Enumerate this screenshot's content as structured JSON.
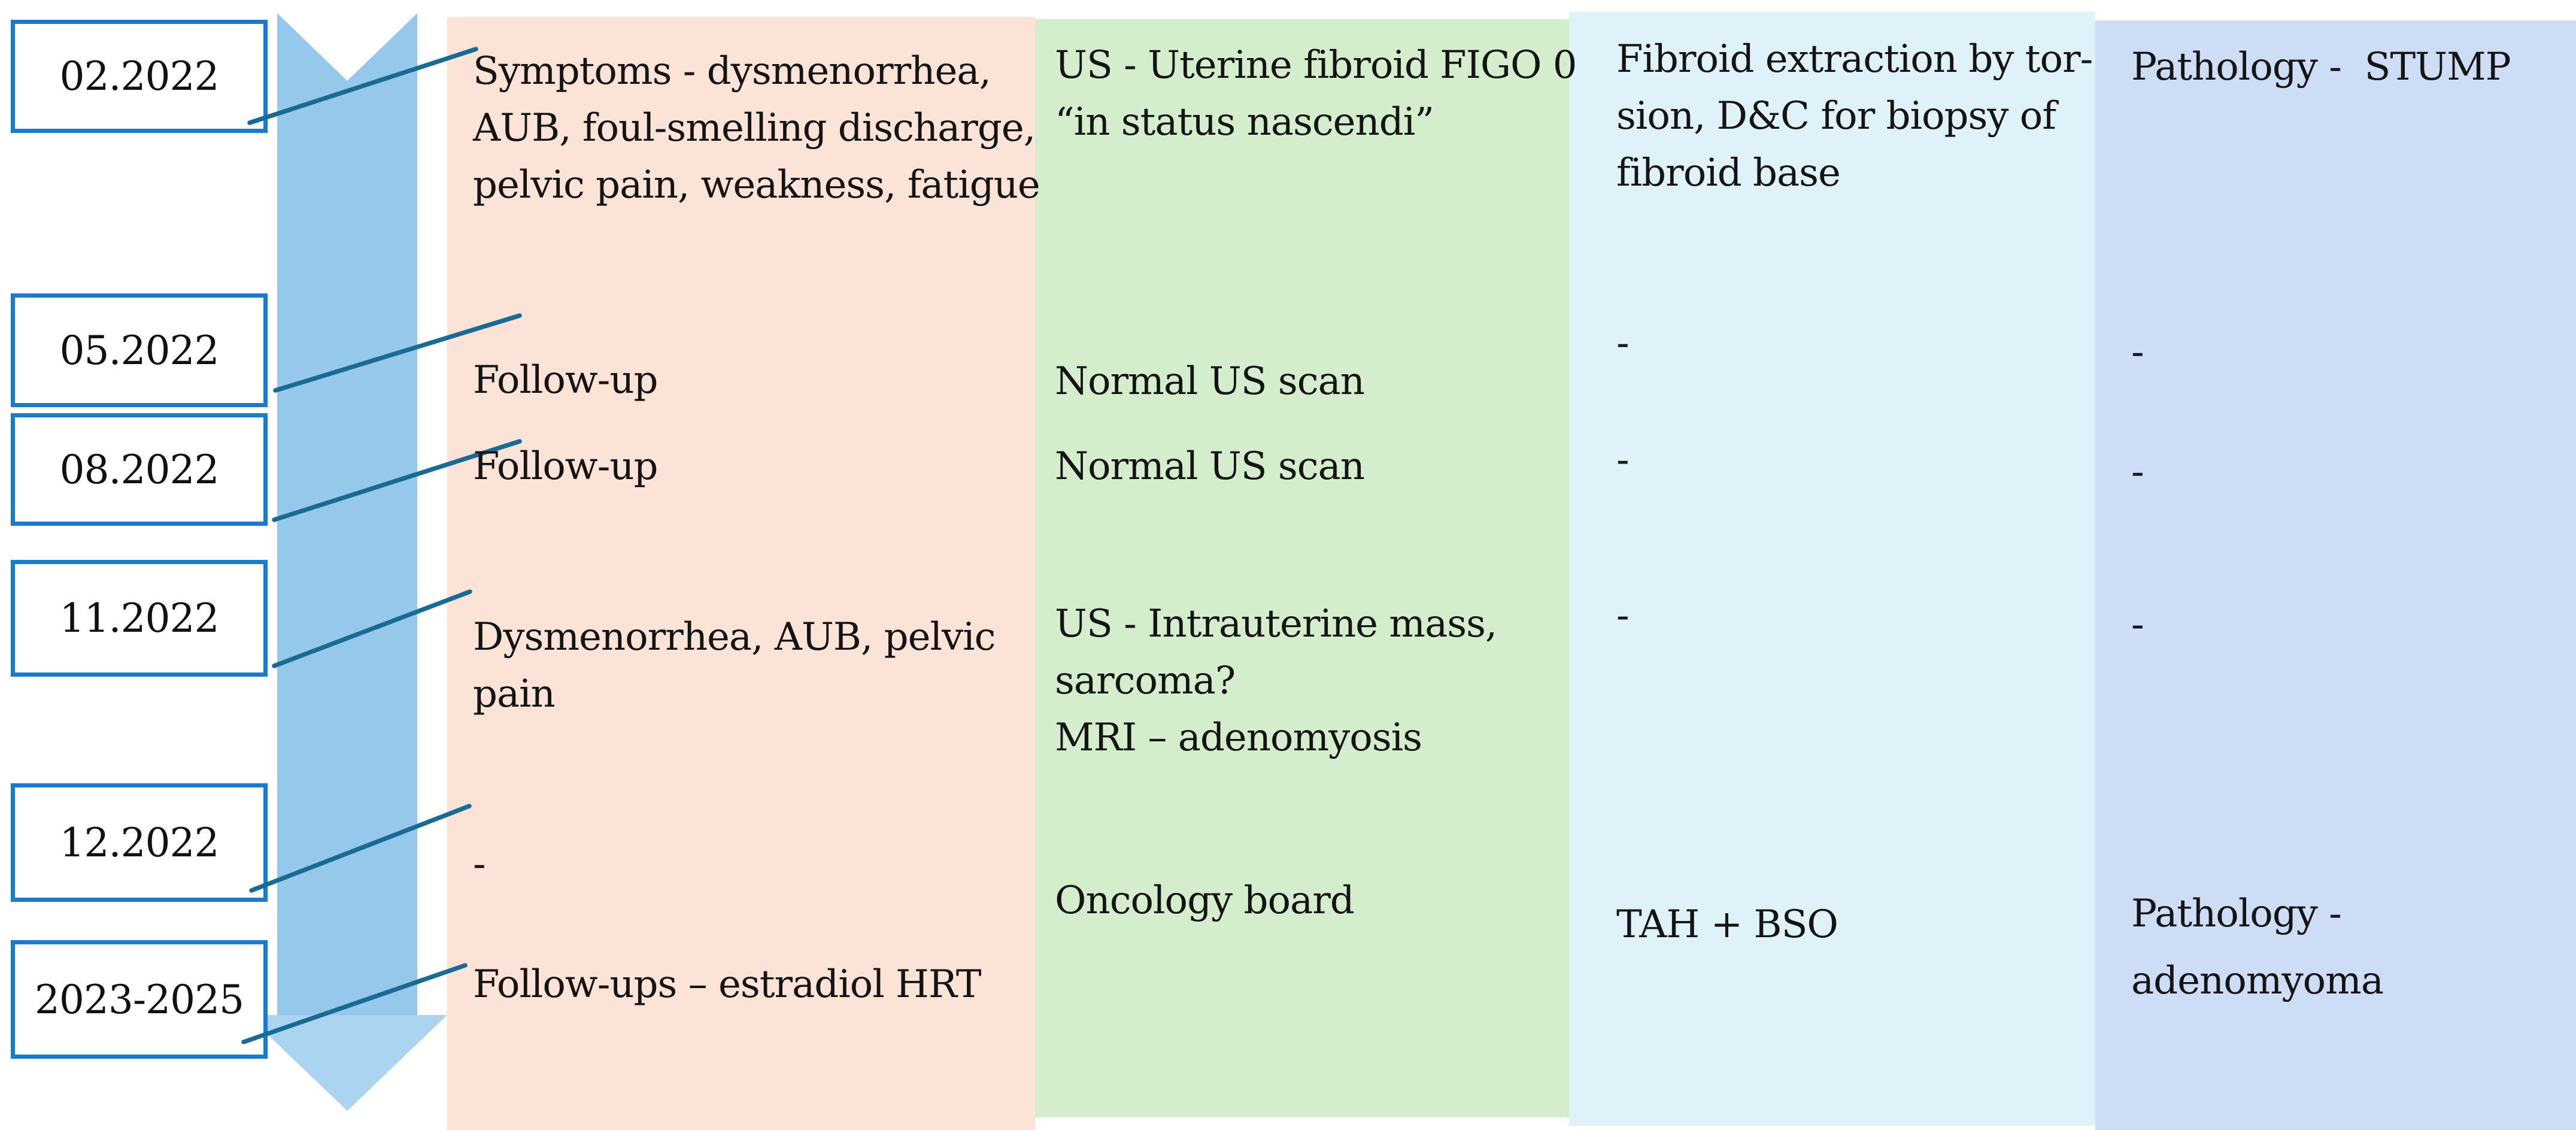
{
  "figure": {
    "type": "clinical-case-timeline",
    "direction": "down"
  },
  "colors": {
    "symptoms_column": "#fce3d7",
    "imaging_column": "#d4eecd",
    "procedure_column": "#dff2fa",
    "pathology_column": "#cdddf6",
    "arrow_shaft": "#95c8eb",
    "arrow_head": "#abd4f0",
    "date_box_border": "#1b7ac9",
    "leader_line": "#1a6b94",
    "text": "#141414"
  },
  "rows": [
    {
      "date": "02.2022",
      "symptoms": "Symptoms - dysmenorrhea,\nAUB, foul-smelling discharge,\npelvic pain, weakness, fatigue",
      "imaging": "US - Uterine fibroid FIGO 0\n“in status nascendi”",
      "procedure": "Fibroid extraction by tor-\nsion, D&C for biopsy of\nfibroid base",
      "pathology": "Pathology -  STUMP"
    },
    {
      "date": "05.2022",
      "symptoms": "Follow-up",
      "imaging": "Normal US scan",
      "procedure": "-",
      "pathology": "-"
    },
    {
      "date": "08.2022",
      "symptoms": "Follow-up",
      "imaging": "Normal US scan",
      "procedure": "-",
      "pathology": "-"
    },
    {
      "date": "11.2022",
      "symptoms": "Dysmenorrhea, AUB, pelvic\npain",
      "imaging": "US - Intrauterine mass,\nsarcoma?\nMRI – adenomyosis",
      "procedure": "-",
      "pathology": "-"
    },
    {
      "date": "12.2022",
      "symptoms": "-",
      "imaging": "Oncology board",
      "procedure": "TAH + BSO",
      "pathology": "Pathology -\nadenomyoma"
    },
    {
      "date": "2023-2025",
      "symptoms": "Follow-ups – estradiol HRT",
      "imaging": "",
      "procedure": "",
      "pathology": ""
    }
  ]
}
